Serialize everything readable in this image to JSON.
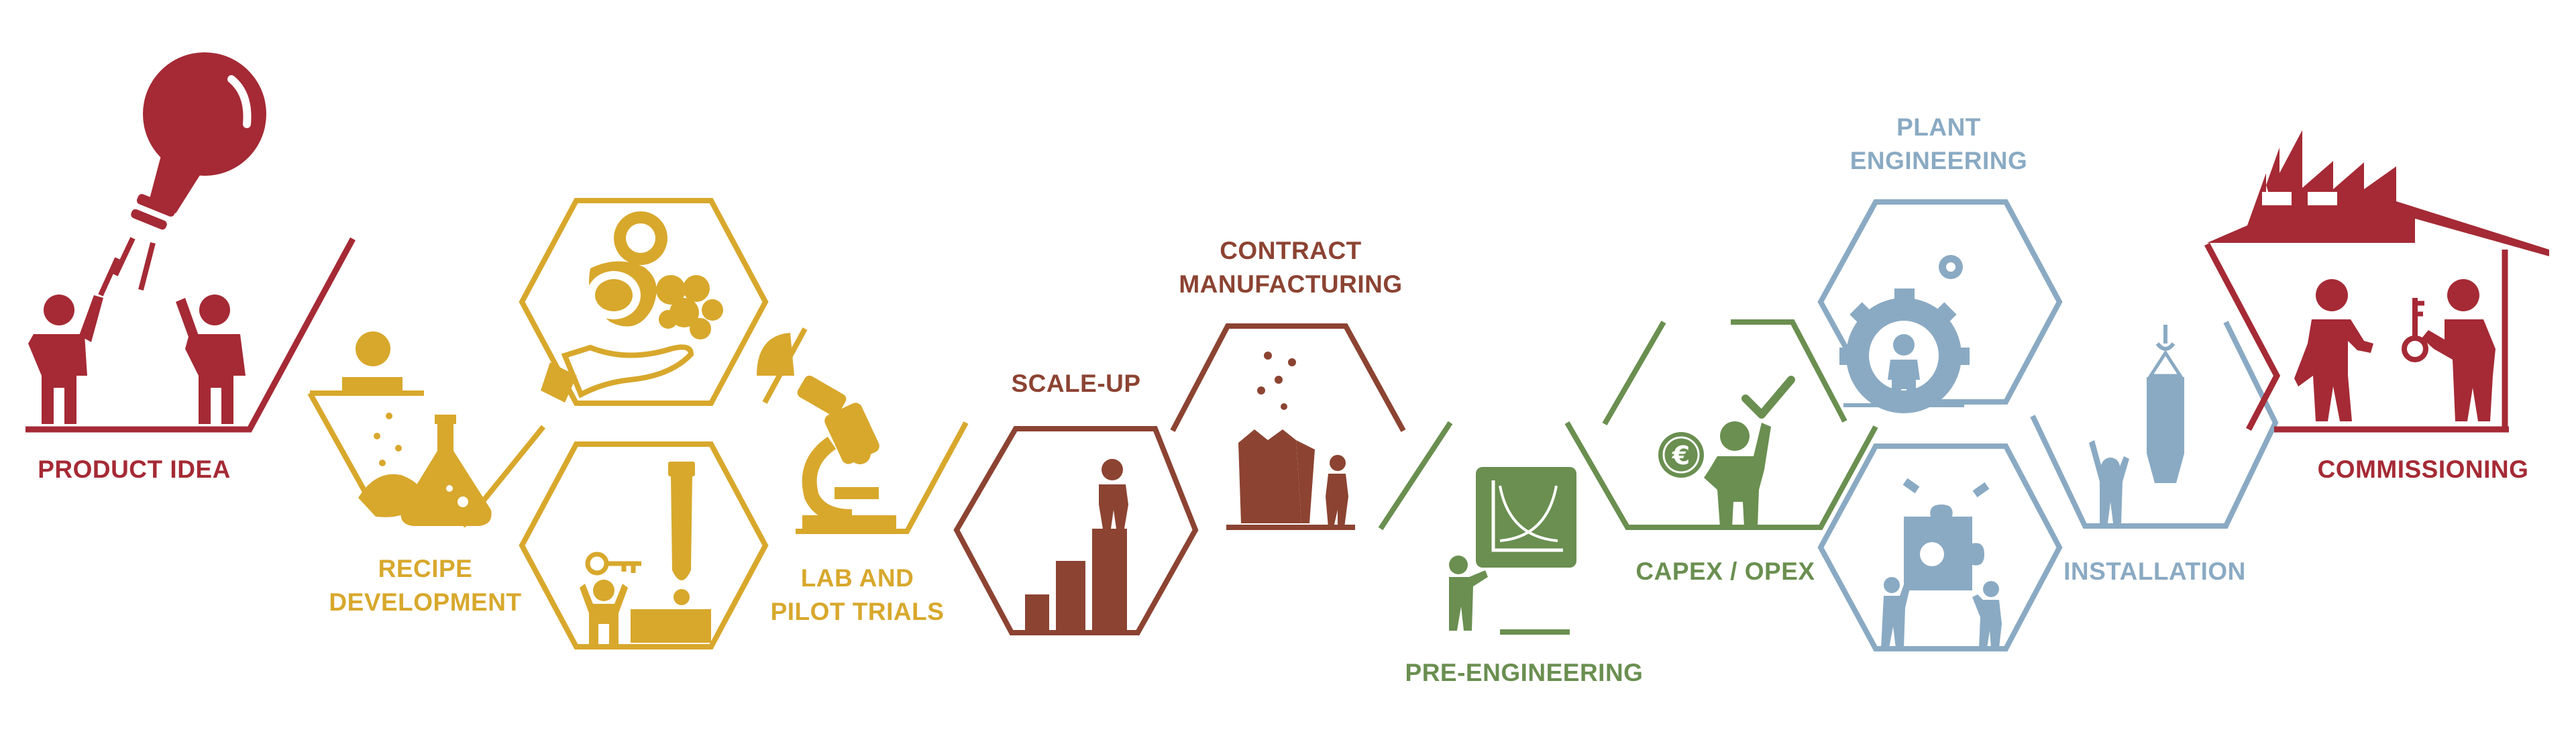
{
  "colors": {
    "red": "#a52a35",
    "gold": "#d8a82c",
    "brown": "#8c4332",
    "green": "#6a8f50",
    "blue": "#8aaac3",
    "background": "#ffffff"
  },
  "steps": {
    "product_idea": {
      "label": "PRODUCT IDEA",
      "color": "#a52a35",
      "icons": [
        "lightbulb-icon",
        "person-icon",
        "person-icon"
      ]
    },
    "recipe_development": {
      "line1": "RECIPE",
      "line2": "DEVELOPMENT",
      "color": "#d8a82c",
      "icons": [
        "person-icon",
        "flask-icon",
        "powder-bowl-icon",
        "cells-icon",
        "hand-icon",
        "key-icon",
        "test-tube-icon"
      ]
    },
    "lab_pilot_trials": {
      "line1": "LAB AND",
      "line2": "PILOT TRIALS",
      "color": "#d8a82c",
      "icons": [
        "microscope-icon",
        "petri-dish-icon"
      ]
    },
    "scale_up": {
      "label": "SCALE-UP",
      "color": "#8c4332",
      "icons": [
        "bar-steps-icon",
        "person-icon"
      ]
    },
    "contract_manufacturing": {
      "line1": "CONTRACT",
      "line2": "MANUFACTURING",
      "color": "#8c4332",
      "icons": [
        "sack-icon",
        "person-icon"
      ]
    },
    "pre_engineering": {
      "label": "PRE-ENGINEERING",
      "color": "#6a8f50",
      "icons": [
        "chart-board-icon",
        "person-icon"
      ]
    },
    "capex_opex": {
      "label": "CAPEX / OPEX",
      "color": "#6a8f50",
      "icons": [
        "euro-coin-icon",
        "checkmark-icon",
        "person-icon"
      ]
    },
    "plant_engineering": {
      "line1": "PLANT",
      "line2": "ENGINEERING",
      "color": "#8aaac3",
      "icons": [
        "gear-icon",
        "person-icon",
        "puzzle-icon"
      ]
    },
    "installation": {
      "label": "INSTALLATION",
      "color": "#8aaac3",
      "icons": [
        "crane-hook-icon",
        "silo-icon",
        "person-icon"
      ]
    },
    "commissioning": {
      "label": "COMMISSIONING",
      "color": "#a52a35",
      "icons": [
        "factory-icon",
        "key-icon",
        "person-icon",
        "person-icon"
      ]
    }
  }
}
